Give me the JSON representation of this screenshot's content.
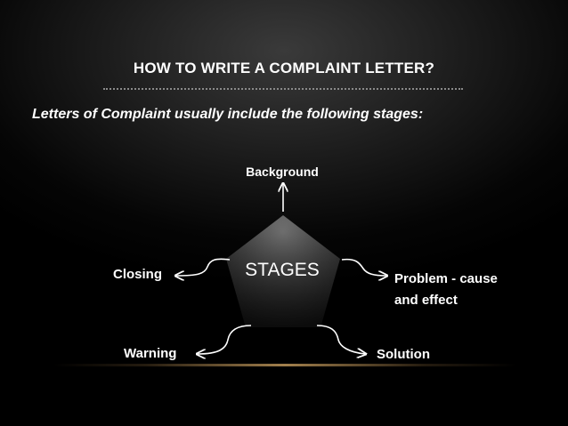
{
  "slide": {
    "title": "HOW TO WRITE A COMPLAINT LETTER?",
    "subtitle": "Letters of Complaint usually include the following stages:"
  },
  "diagram": {
    "center_label": "STAGES",
    "stages": {
      "top": "Background",
      "right": "Problem - cause and effect",
      "right_line1": "Problem - cause",
      "right_line2": "and effect",
      "bottom_right": "Solution",
      "bottom_left": "Warning",
      "left": "Closing"
    },
    "colors": {
      "background": "#000000",
      "pentagon": "#5a5a5a",
      "arrow": "#ffffff",
      "glow": "#be965a"
    }
  }
}
